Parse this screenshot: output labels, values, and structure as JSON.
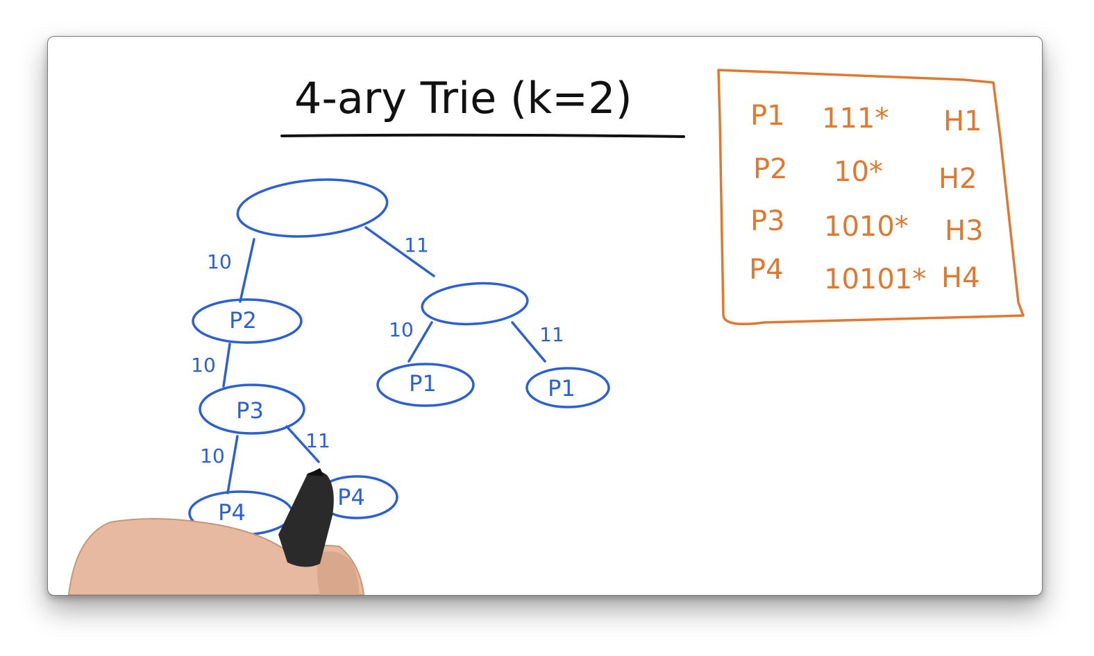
{
  "title": "4-ary Trie (k=2)",
  "colors": {
    "tree": "#2b5fd4",
    "table": "#e0782f",
    "ink": "#111111"
  },
  "tree": {
    "root_label": "",
    "right_child_label": "",
    "nodes": {
      "p2": "P2",
      "p3": "P3",
      "p4_left": "P4",
      "p4_right": "P4",
      "p1_left": "P1",
      "p1_right": "P1"
    },
    "edges": {
      "root_to_p2": "10",
      "root_to_right": "11",
      "p2_to_p3": "10",
      "right_to_p1_left": "10",
      "right_to_p1_right": "11",
      "p3_to_p4_left": "10",
      "p3_to_p4_right": "11"
    }
  },
  "table": {
    "rows": [
      {
        "prefix": "P1",
        "bits": "111*",
        "hop": "H1"
      },
      {
        "prefix": "P2",
        "bits": "10*",
        "hop": "H2"
      },
      {
        "prefix": "P3",
        "bits": "1010*",
        "hop": "H3"
      },
      {
        "prefix": "P4",
        "bits": "10101*",
        "hop": "H4"
      }
    ]
  }
}
